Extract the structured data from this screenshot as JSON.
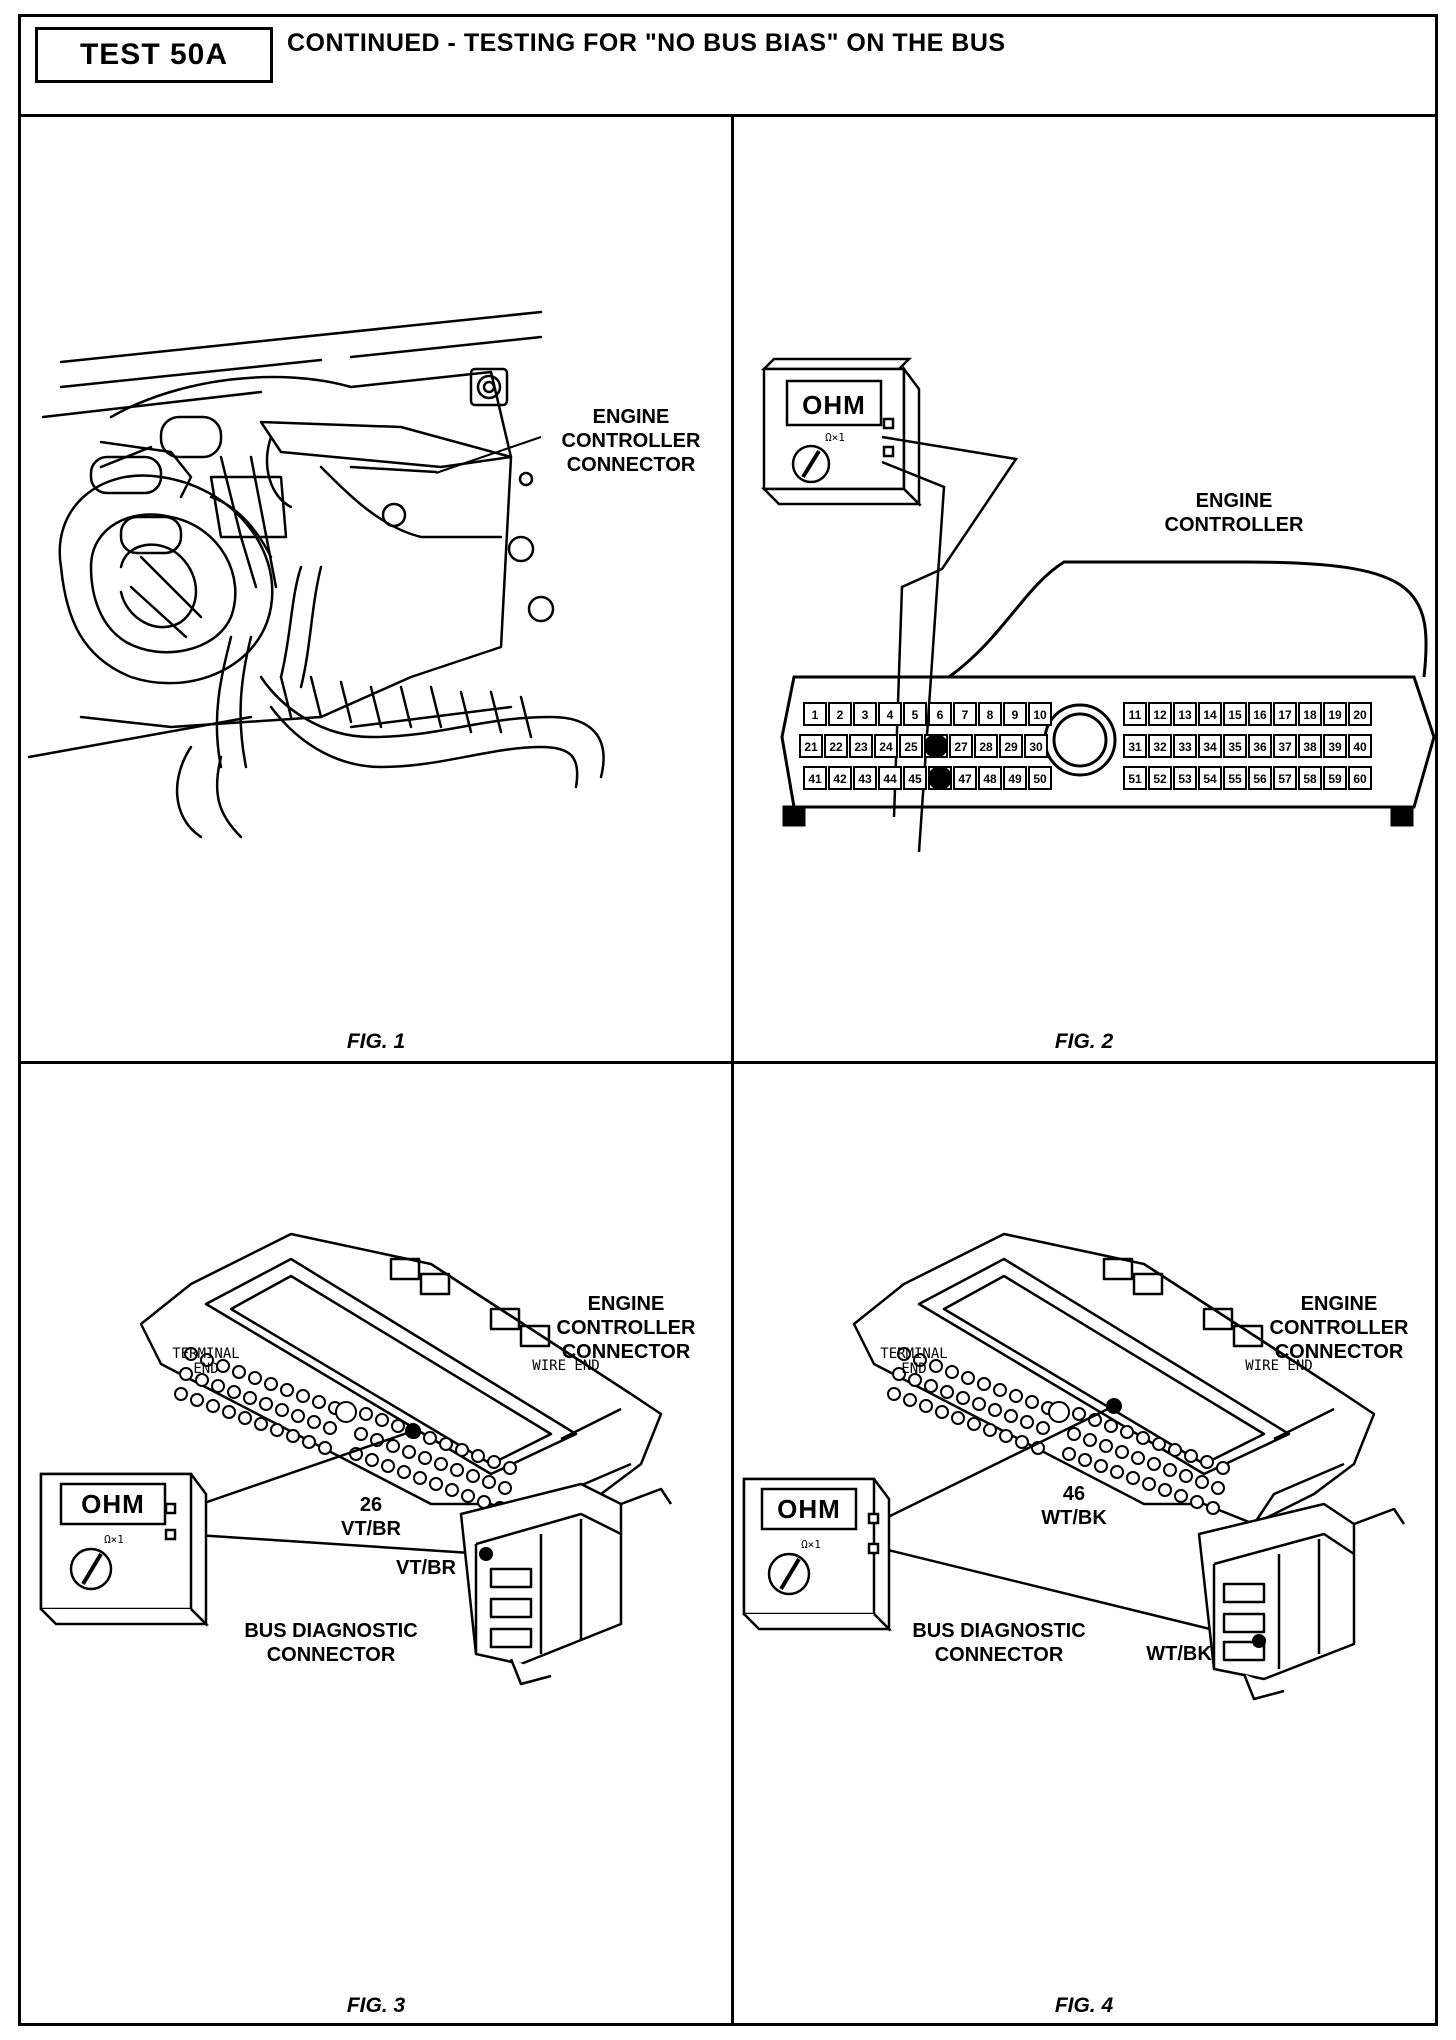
{
  "header": {
    "test_id": "TEST 50A",
    "title": "CONTINUED - TESTING FOR \"NO BUS BIAS\" ON THE BUS"
  },
  "figures": [
    {
      "caption": "FIG. 1",
      "labels": {
        "component": "ENGINE\nCONTROLLER\nCONNECTOR"
      }
    },
    {
      "caption": "FIG. 2",
      "labels": {
        "component": "ENGINE\nCONTROLLER",
        "meter": "OHM",
        "range": "Ω×1"
      },
      "pin_rows": [
        [
          1,
          2,
          3,
          4,
          5,
          6,
          7,
          8,
          9,
          10
        ],
        [
          21,
          22,
          23,
          24,
          25,
          26,
          27,
          28,
          29,
          30
        ],
        [
          41,
          42,
          43,
          44,
          45,
          46,
          47,
          48,
          49,
          50
        ],
        [
          11,
          12,
          13,
          14,
          15,
          16,
          17,
          18,
          19,
          20
        ],
        [
          31,
          32,
          33,
          34,
          35,
          36,
          37,
          38,
          39,
          40
        ],
        [
          51,
          52,
          53,
          54,
          55,
          56,
          57,
          58,
          59,
          60
        ]
      ],
      "probed_pins": [
        26,
        46
      ]
    },
    {
      "caption": "FIG. 3",
      "labels": {
        "component": "ENGINE\nCONTROLLER\nCONNECTOR",
        "terminal_end": "TERMINAL\nEND",
        "wire_end": "WIRE END",
        "meter": "OHM",
        "range": "Ω×1",
        "pin": "26\nVT/BR",
        "wire": "VT/BR",
        "bus": "BUS DIAGNOSTIC\nCONNECTOR"
      }
    },
    {
      "caption": "FIG. 4",
      "labels": {
        "component": "ENGINE\nCONTROLLER\nCONNECTOR",
        "terminal_end": "TERMINAL\nEND",
        "wire_end": "WIRE END",
        "meter": "OHM",
        "range": "Ω×1",
        "pin": "46\nWT/BK",
        "wire": "WT/BK",
        "bus": "BUS DIAGNOSTIC\nCONNECTOR"
      }
    }
  ]
}
